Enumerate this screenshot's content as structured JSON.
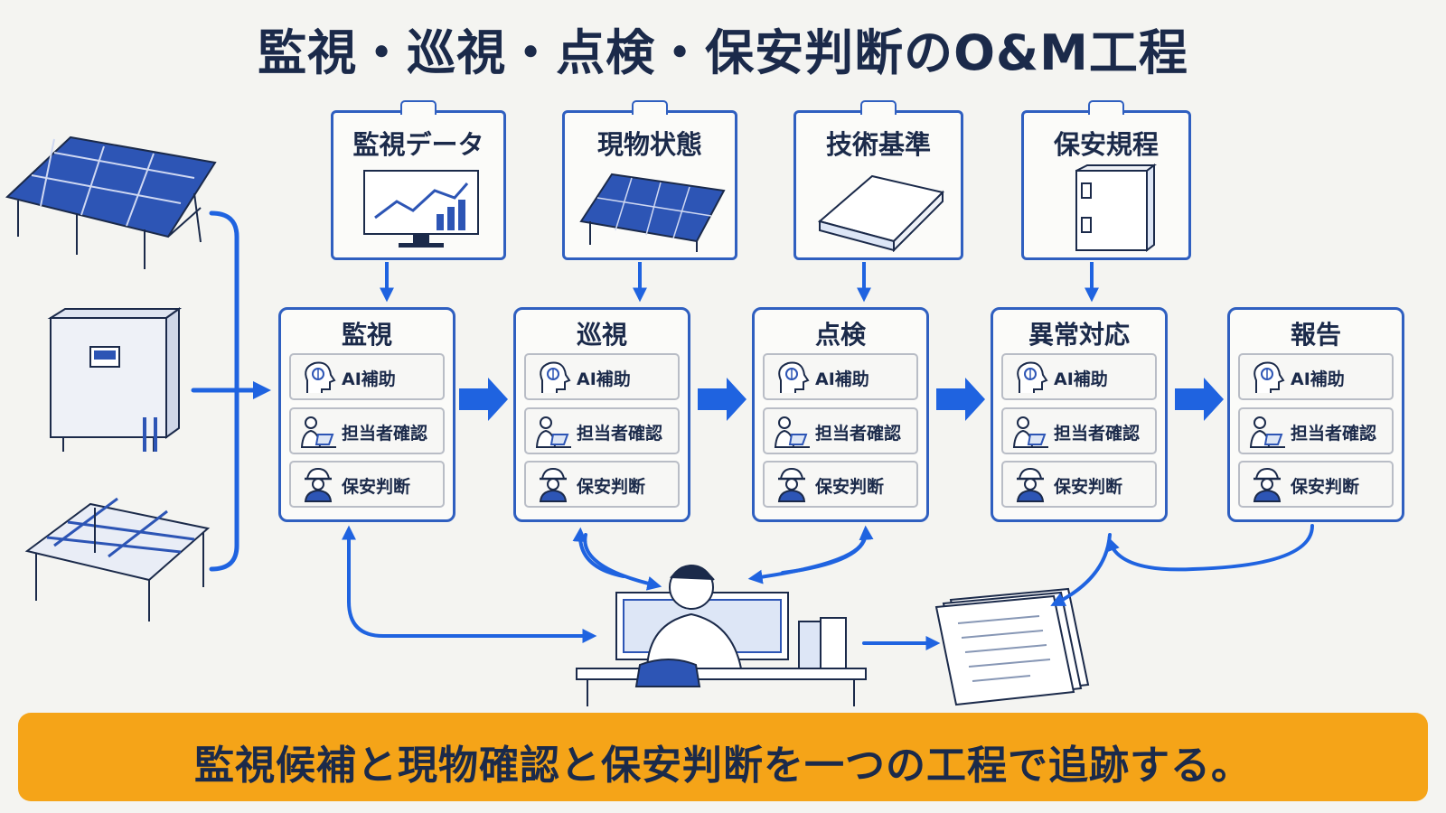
{
  "title": "監視・巡視・点検・保安判断のO&M工程",
  "sources": [
    {
      "label": "監視データ",
      "icon": "monitor-chart-icon"
    },
    {
      "label": "現物状態",
      "icon": "solar-panel-icon"
    },
    {
      "label": "技術基準",
      "icon": "book-icon"
    },
    {
      "label": "保安規程",
      "icon": "binder-icon"
    }
  ],
  "stages": [
    {
      "title": "監視",
      "rows": [
        "AI補助",
        "担当者確認",
        "保安判断"
      ]
    },
    {
      "title": "巡視",
      "rows": [
        "AI補助",
        "担当者確認",
        "保安判断"
      ]
    },
    {
      "title": "点検",
      "rows": [
        "AI補助",
        "担当者確認",
        "保安判断"
      ]
    },
    {
      "title": "異常対応",
      "rows": [
        "AI補助",
        "担当者確認",
        "保安判断"
      ]
    },
    {
      "title": "報告",
      "rows": [
        "AI補助",
        "担当者確認",
        "保安判断"
      ]
    }
  ],
  "row_icons": [
    "ai-brain-icon",
    "staff-laptop-icon",
    "safety-helmet-worker-icon"
  ],
  "field_assets": [
    "solar-array-icon",
    "inverter-cabinet-icon",
    "mounting-frame-icon"
  ],
  "banner": "監視候補と現物確認と保安判断を一つの工程で追跡する。",
  "colors": {
    "accent": "#2f5fc0",
    "arrow": "#1f63e0",
    "banner": "#f5a418",
    "text": "#1b2a4a"
  }
}
